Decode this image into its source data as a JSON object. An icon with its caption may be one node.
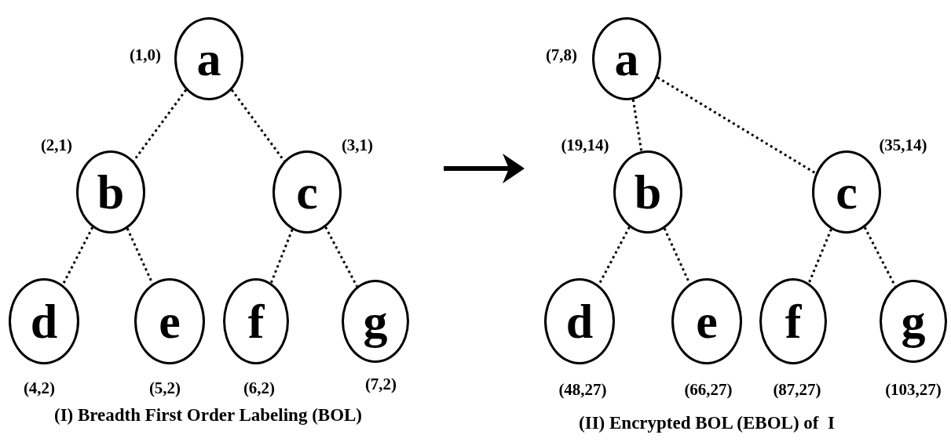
{
  "diagram": {
    "nodes": [
      {
        "text": [
          "a"
        ],
        "beside": [
          "(1,0)"
        ]
      },
      {
        "text": [
          "b"
        ],
        "beside": [
          "(2,1)"
        ]
      },
      {
        "text": [
          "c"
        ],
        "beside": [
          "(3,1)"
        ]
      },
      {
        "text": [
          "d"
        ],
        "beside": [
          "(4,2)"
        ]
      },
      {
        "text": [
          "e"
        ],
        "beside": [
          "(5,2)"
        ]
      },
      {
        "text": [
          "f"
        ],
        "beside": [
          "(6,2)"
        ]
      },
      {
        "text": [
          "g"
        ],
        "beside": [
          "(7,2)"
        ]
      },
      {
        "text": [
          "a"
        ],
        "beside": [
          "(7,8)"
        ]
      },
      {
        "text": [
          "b"
        ],
        "beside": [
          "(19,14)"
        ]
      },
      {
        "text": [
          "c"
        ],
        "beside": [
          "(35,14)"
        ]
      },
      {
        "text": [
          "d"
        ],
        "beside": [
          "(48,27)"
        ]
      },
      {
        "text": [
          "e"
        ],
        "beside": [
          "(66,27)"
        ]
      },
      {
        "text": [
          "f"
        ],
        "beside": [
          "(87,27)"
        ]
      },
      {
        "text": [
          "g"
        ],
        "beside": [
          "(103,27)"
        ]
      }
    ],
    "edges": [
      {
        "from": 0,
        "to": 1,
        "arrow": "none",
        "style": "dashed"
      },
      {
        "from": 0,
        "to": 2,
        "arrow": "none",
        "style": "dashed"
      },
      {
        "from": 1,
        "to": 3,
        "arrow": "none",
        "style": "dashed"
      },
      {
        "from": 1,
        "to": 4,
        "arrow": "none",
        "style": "dashed"
      },
      {
        "from": 2,
        "to": 5,
        "arrow": "none",
        "style": "dashed"
      },
      {
        "from": 2,
        "to": 6,
        "arrow": "none",
        "style": "dashed"
      },
      {
        "from": 7,
        "to": 8,
        "arrow": "none",
        "style": "dashed"
      },
      {
        "from": 7,
        "to": 9,
        "arrow": "none",
        "style": "dashed"
      },
      {
        "from": 8,
        "to": 10,
        "arrow": "none",
        "style": "dashed"
      },
      {
        "from": 8,
        "to": 11,
        "arrow": "none",
        "style": "dashed"
      },
      {
        "from": 9,
        "to": 12,
        "arrow": "none",
        "style": "dashed"
      },
      {
        "from": 9,
        "to": 13,
        "arrow": "none",
        "style": "dashed"
      }
    ],
    "labels": [
      "(I) Breadth First Order Labeling (BOL)",
      "(II) Encrypted BOL (EBOL) of  I"
    ]
  }
}
